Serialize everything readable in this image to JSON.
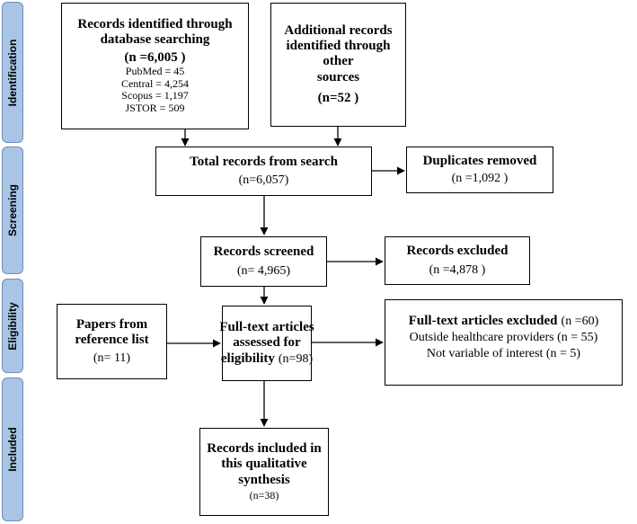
{
  "phases": {
    "identification": "Identification",
    "screening": "Screening",
    "eligibility": "Eligibility",
    "included": "Included"
  },
  "boxes": {
    "database_search": {
      "title_line1": "Records identified through",
      "title_line2": "database searching",
      "count": "(n =6,005 )",
      "sources": [
        "PubMed = 45",
        "Central = 4,254",
        "Scopus = 1,197",
        "JSTOR = 509"
      ]
    },
    "other_sources": {
      "title_line1": "Additional records",
      "title_line2": "identified through other",
      "title_line3": "sources",
      "count": "(n=52 )"
    },
    "total_records": {
      "title": "Total records from search",
      "count": "(n=6,057)"
    },
    "duplicates_removed": {
      "title": "Duplicates removed",
      "count": "(n =1,092 )"
    },
    "records_screened": {
      "title": "Records screened",
      "count": "(n= 4,965)"
    },
    "records_excluded": {
      "title": "Records excluded",
      "count": "(n =4,878 )"
    },
    "reference_list": {
      "title_line1": "Papers from",
      "title_line2": "reference list",
      "count": "(n= 11)"
    },
    "fulltext_assessed": {
      "title_line1": "Full-text articles",
      "title_line2": "assessed for",
      "title_line3": "eligibility",
      "count": "(n=98)"
    },
    "fulltext_excluded": {
      "title": "Full-text articles excluded",
      "count": "(n =60)",
      "reason1": "Outside healthcare providers (n = 55)",
      "reason2": "Not variable of interest (n = 5)"
    },
    "included": {
      "title_line1": "Records included in",
      "title_line2": "this qualitative",
      "title_line3": "synthesis",
      "count": "(n=38)"
    }
  }
}
